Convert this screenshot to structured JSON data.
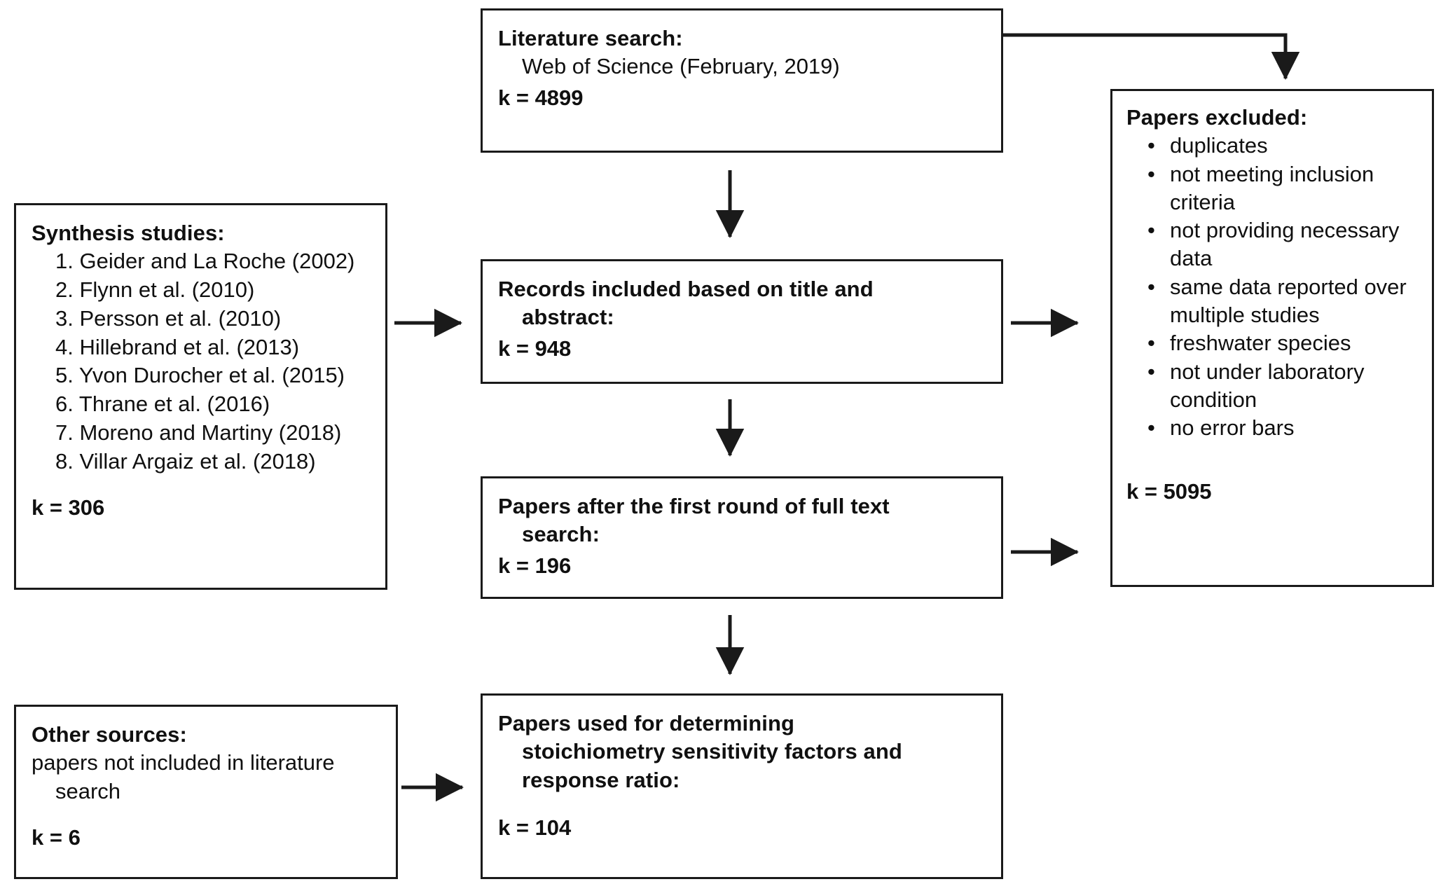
{
  "diagram": {
    "type": "prisma-flow-diagram",
    "stroke_color": "#1a1a1a",
    "background_color": "#ffffff"
  },
  "nodes": {
    "literature": {
      "title": "Literature search:",
      "detail": "Web of Science (February, 2019)",
      "k": "k = 4899"
    },
    "records": {
      "title_line1": "Records included based on title and",
      "title_line2": "abstract:",
      "k": "k = 948"
    },
    "firstround": {
      "title_line1": "Papers after the first round of full text",
      "title_line2": "search:",
      "k": "k = 196"
    },
    "final": {
      "title_line1": "Papers used for determining",
      "title_line2": "stoichiometry sensitivity factors and",
      "title_line3": "response ratio:",
      "k": "k = 104"
    },
    "synthesis": {
      "title": "Synthesis studies:",
      "studies": [
        "1. Geider and La Roche (2002)",
        "2. Flynn et al. (2010)",
        "3. Persson et al. (2010)",
        "4. Hillebrand et al. (2013)",
        "5. Yvon Durocher et al. (2015)",
        "6. Thrane et al. (2016)",
        "7. Moreno and Martiny (2018)",
        "8. Villar Argaiz et al. (2018)"
      ],
      "k": "k = 306"
    },
    "other": {
      "title": "Other sources:",
      "detail_line1": "papers not included in literature",
      "detail_line2": "search",
      "k": "k = 6"
    },
    "excluded": {
      "title": "Papers excluded:",
      "reasons": [
        "duplicates",
        "not meeting inclusion criteria",
        "not providing necessary data",
        "same data reported over multiple studies",
        "freshwater species",
        "not under laboratory condition",
        "no error bars"
      ],
      "k": "k = 5095"
    }
  },
  "connectors": [
    {
      "name": "literature-to-excluded",
      "kind": "elbow-right-down"
    },
    {
      "name": "literature-to-records",
      "kind": "vertical-down"
    },
    {
      "name": "synthesis-to-records",
      "kind": "horizontal-right"
    },
    {
      "name": "records-to-excluded",
      "kind": "horizontal-right"
    },
    {
      "name": "records-to-firstround",
      "kind": "vertical-down"
    },
    {
      "name": "firstround-to-excluded",
      "kind": "horizontal-right"
    },
    {
      "name": "firstround-to-final",
      "kind": "vertical-down"
    },
    {
      "name": "other-to-final",
      "kind": "horizontal-right"
    }
  ]
}
